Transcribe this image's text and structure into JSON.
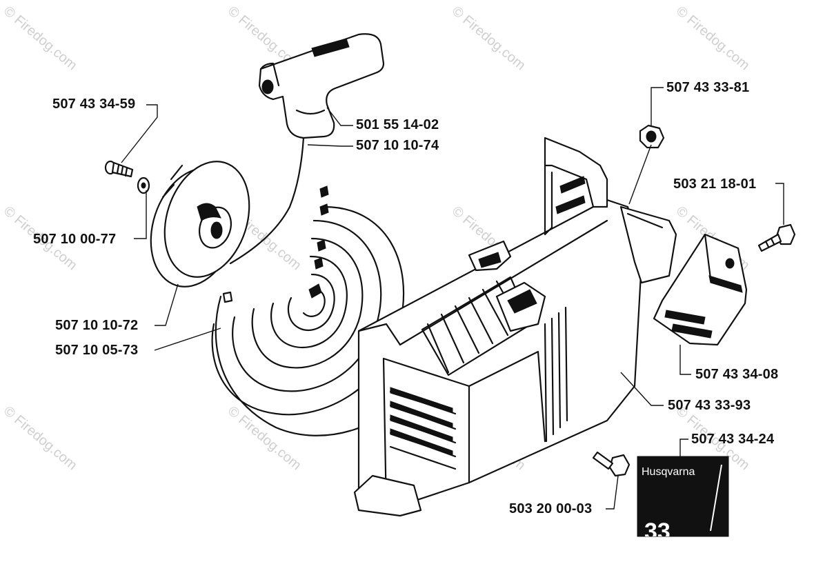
{
  "watermark": "© Firedog.com",
  "parts": [
    {
      "id": "507 43 34-59"
    },
    {
      "id": "507 10 00-77"
    },
    {
      "id": "501 55 14-02"
    },
    {
      "id": "507 10 10-74"
    },
    {
      "id": "507 10 10-72"
    },
    {
      "id": "507 10 05-73"
    },
    {
      "id": "507 43 33-81"
    },
    {
      "id": "503 21 18-01"
    },
    {
      "id": "507 43 34-08"
    },
    {
      "id": "507 43 33-93"
    },
    {
      "id": "507 43 34-24"
    },
    {
      "id": "503 20 00-03"
    }
  ],
  "decal": {
    "brand": "Husqvarna",
    "model": "33"
  }
}
